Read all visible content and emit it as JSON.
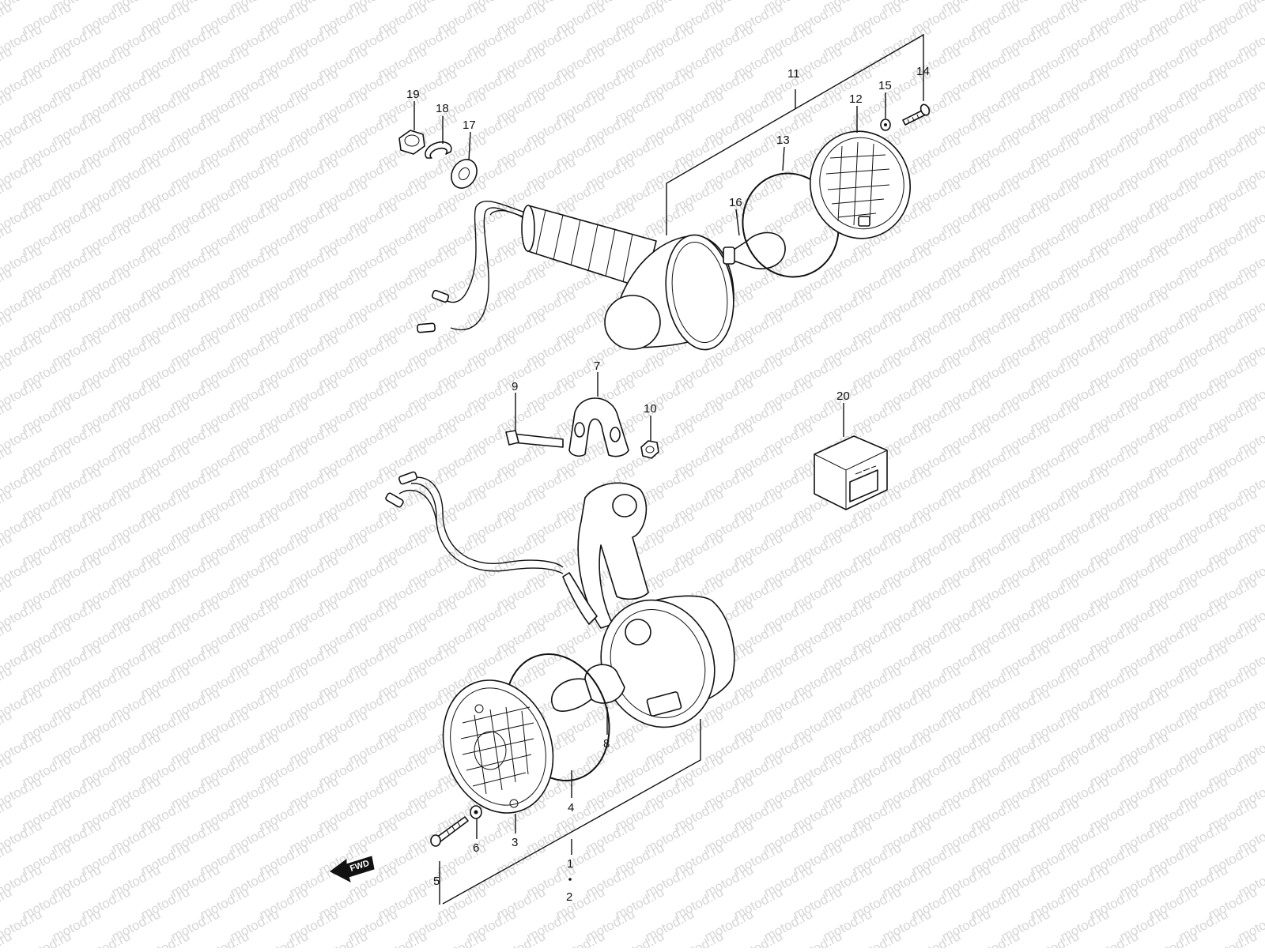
{
  "watermark": {
    "text": "motod.ru"
  },
  "fwd_label": "FWD",
  "callouts": {
    "p1": "1",
    "p2": "2",
    "p3": "3",
    "p4": "4",
    "p5": "5",
    "p6": "6",
    "p7": "7",
    "p8": "8",
    "p9": "9",
    "p10": "10",
    "p11": "11",
    "p12": "12",
    "p13": "13",
    "p14": "14",
    "p15": "15",
    "p16": "16",
    "p17": "17",
    "p18": "18",
    "p19": "19",
    "p20": "20"
  },
  "colors": {
    "line": "#111111",
    "background": "#ffffff",
    "watermark": "#d6d6d6"
  }
}
